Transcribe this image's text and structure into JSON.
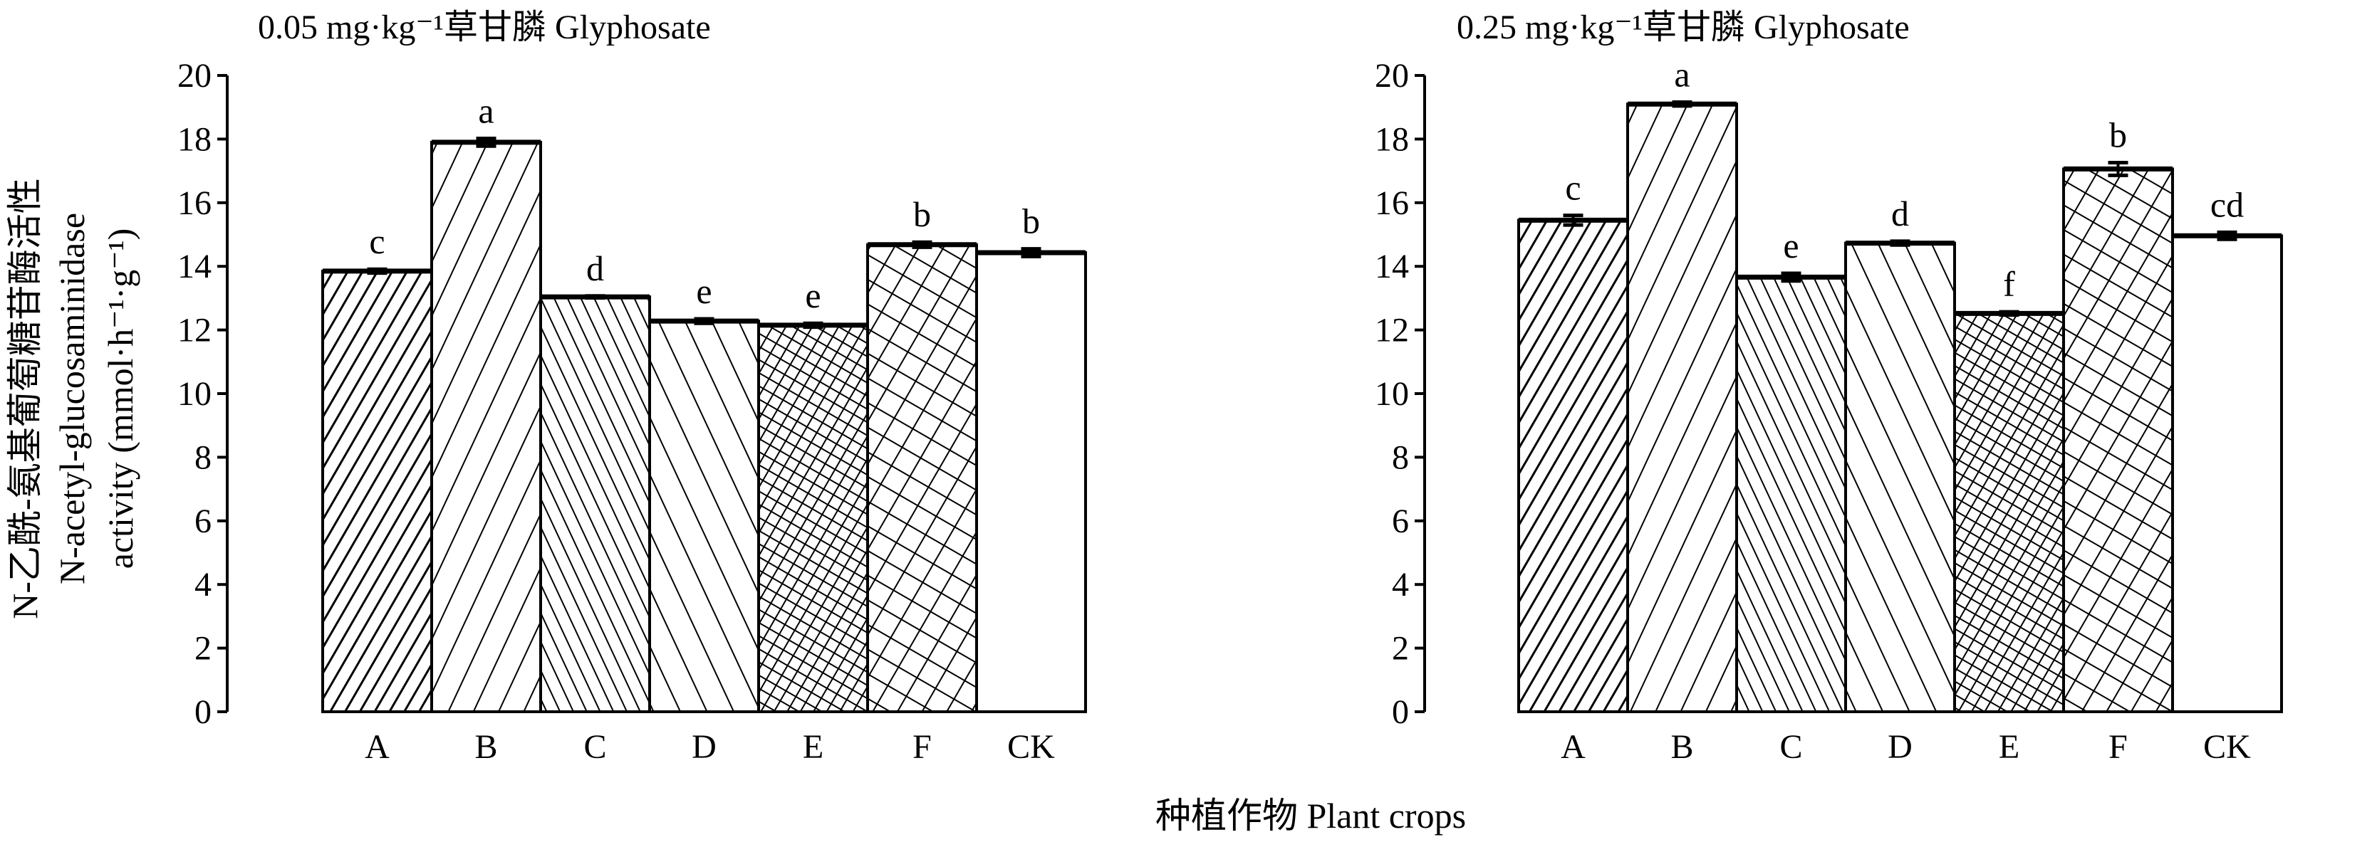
{
  "chart_data": [
    {
      "type": "bar",
      "title": "0.05 mg·kg⁻¹草甘膦 Glyphosate",
      "categories": [
        "A",
        "B",
        "C",
        "D",
        "E",
        "F",
        "CK"
      ],
      "values": [
        13.85,
        17.9,
        13.04,
        12.28,
        12.15,
        14.68,
        14.43
      ],
      "errors": [
        0.06,
        0.12,
        0.03,
        0.07,
        0.06,
        0.08,
        0.12
      ],
      "significance": [
        "c",
        "a",
        "d",
        "e",
        "e",
        "b",
        "b"
      ],
      "ylim": [
        0,
        20
      ],
      "yticks": [
        0,
        2,
        4,
        6,
        8,
        10,
        12,
        14,
        16,
        18,
        20
      ],
      "grid": false
    },
    {
      "type": "bar",
      "title": "0.25 mg·kg⁻¹草甘膦 Glyphosate",
      "categories": [
        "A",
        "B",
        "C",
        "D",
        "E",
        "F",
        "CK"
      ],
      "values": [
        15.45,
        19.1,
        13.66,
        14.73,
        12.52,
        17.06,
        14.96
      ],
      "errors": [
        0.15,
        0.06,
        0.12,
        0.06,
        0.05,
        0.2,
        0.11
      ],
      "significance": [
        "c",
        "a",
        "e",
        "d",
        "f",
        "b",
        "cd"
      ],
      "ylim": [
        0,
        20
      ],
      "yticks": [
        0,
        2,
        4,
        6,
        8,
        10,
        12,
        14,
        16,
        18,
        20
      ],
      "grid": false
    }
  ],
  "ylabel": [
    "N-乙酰-氨基葡萄糖苷酶活性",
    "N-acetyl-glucosaminidase",
    "activity (mmol·h⁻¹·g⁻¹)"
  ],
  "xlabel": "种植作物 Plant crops",
  "patterns": [
    "dense-forward-hatch",
    "sparse-forward-hatch",
    "dense-back-hatch",
    "sparse-back-hatch",
    "dense-crosshatch",
    "sparse-crosshatch",
    "none"
  ]
}
